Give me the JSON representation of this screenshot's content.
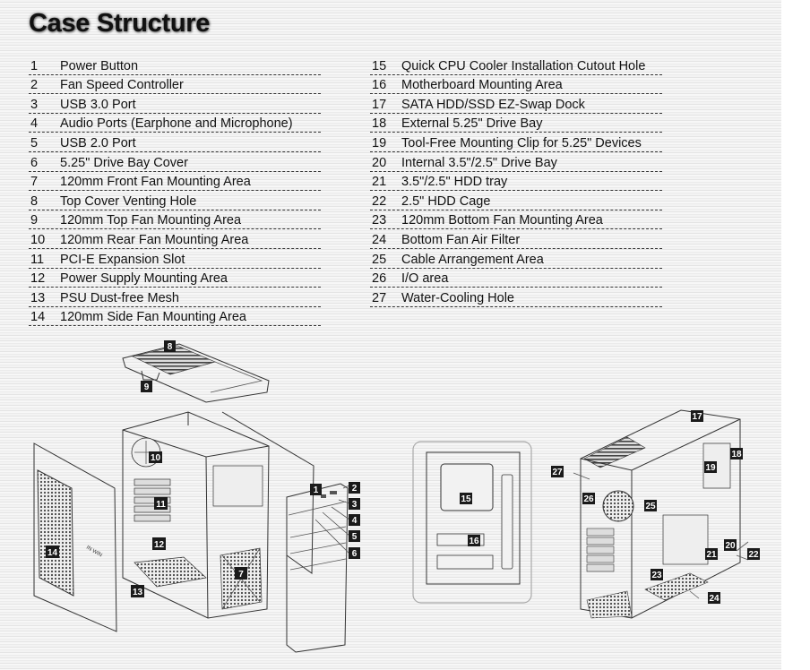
{
  "title": "Case Structure",
  "parts_left": [
    {
      "num": "1",
      "label": "Power Button"
    },
    {
      "num": "2",
      "label": "Fan Speed Controller"
    },
    {
      "num": "3",
      "label": "USB 3.0 Port"
    },
    {
      "num": "4",
      "label": "Audio Ports (Earphone and Microphone)"
    },
    {
      "num": "5",
      "label": "USB 2.0 Port"
    },
    {
      "num": "6",
      "label": "5.25\" Drive Bay Cover"
    },
    {
      "num": "7",
      "label": "120mm Front Fan Mounting Area"
    },
    {
      "num": "8",
      "label": "Top Cover Venting Hole"
    },
    {
      "num": "9",
      "label": "120mm Top Fan Mounting Area"
    },
    {
      "num": "10",
      "label": "120mm Rear Fan Mounting Area"
    },
    {
      "num": "11",
      "label": "PCI-E Expansion Slot"
    },
    {
      "num": "12",
      "label": "Power Supply Mounting Area"
    },
    {
      "num": "13",
      "label": "PSU Dust-free Mesh"
    },
    {
      "num": "14",
      "label": "120mm Side Fan Mounting Area"
    }
  ],
  "parts_right": [
    {
      "num": "15",
      "label": "Quick CPU Cooler Installation Cutout Hole"
    },
    {
      "num": "16",
      "label": "Motherboard Mounting Area"
    },
    {
      "num": "17",
      "label": "SATA HDD/SSD EZ-Swap Dock"
    },
    {
      "num": "18",
      "label": "External 5.25\" Drive Bay"
    },
    {
      "num": "19",
      "label": "Tool-Free Mounting Clip for 5.25\" Devices"
    },
    {
      "num": "20",
      "label": "Internal 3.5\"/2.5\" Drive Bay"
    },
    {
      "num": "21",
      "label": "3.5\"/2.5\" HDD tray"
    },
    {
      "num": "22",
      "label": "2.5\" HDD Cage"
    },
    {
      "num": "23",
      "label": "120mm Bottom Fan Mounting Area"
    },
    {
      "num": "24",
      "label": "Bottom Fan Air Filter"
    },
    {
      "num": "25",
      "label": "Cable Arrangement Area"
    },
    {
      "num": "26",
      "label": "I/O area"
    },
    {
      "num": "27",
      "label": "Water-Cooling Hole"
    }
  ],
  "diagram": {
    "side_panel_logo": "IN WIN",
    "callouts": [
      "1",
      "2",
      "3",
      "4",
      "5",
      "6",
      "7",
      "8",
      "9",
      "10",
      "11",
      "12",
      "13",
      "14",
      "15",
      "16",
      "17",
      "18",
      "19",
      "20",
      "21",
      "22",
      "23",
      "24",
      "25",
      "26",
      "27"
    ]
  }
}
